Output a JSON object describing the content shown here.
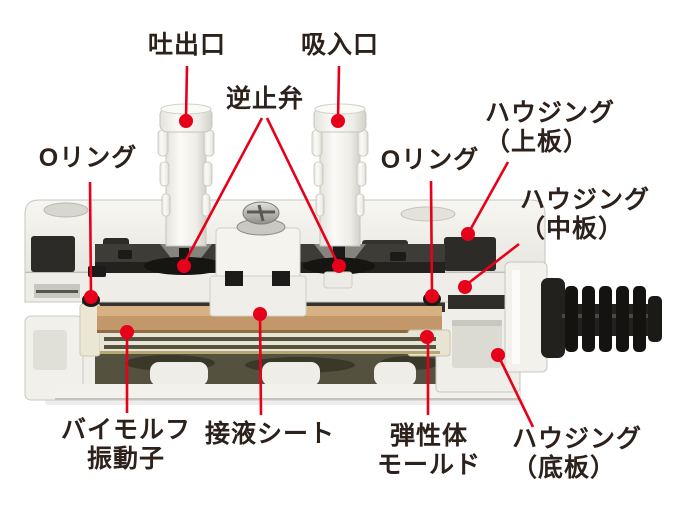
{
  "diagram": {
    "type": "labeled-cutaway-diagram",
    "subject": "piezoelectric-pump-cross-section",
    "accent_color": "#e60019",
    "text_color": "#2d211b",
    "colors": {
      "leader_red": "#e60019",
      "housing_plastic": "#f3f2ed",
      "cavity_dark": "#3d3c37",
      "bimorph_copper": "#c2986a",
      "elastic_mold_cream": "#ece6d4",
      "cable_black": "#22211e",
      "screw_silver": "#c9c8c3"
    },
    "labels": {
      "discharge_port": "吐出口",
      "suction_port": "吸入口",
      "check_valve": "逆止弁",
      "o_ring_left": "Oリング",
      "o_ring_right": "Oリング",
      "housing_top_line1": "ハウジング",
      "housing_top_line2": "（上板）",
      "housing_middle_line1": "ハウジング",
      "housing_middle_line2": "（中板）",
      "bimorph_line1": "バイモルフ",
      "bimorph_line2": "振動子",
      "liquid_contact_sheet": "接液シート",
      "elastic_mold_line1": "弾性体",
      "elastic_mold_line2": "モールド",
      "housing_bottom_line1": "ハウジング",
      "housing_bottom_line2": "（底板）"
    }
  }
}
